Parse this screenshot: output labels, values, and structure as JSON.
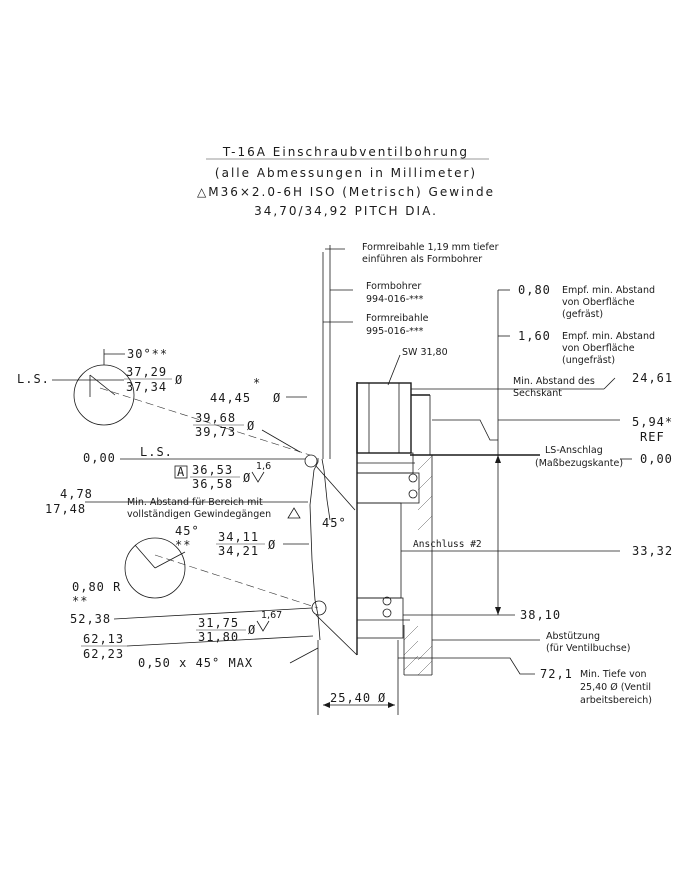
{
  "title": {
    "line1": "T-16A Einschraubventilbohrung",
    "line2": "(alle Abmessungen in Millimeter)",
    "line3": "△M36×2.0-6H ISO (Metrisch) Gewinde",
    "line4": "34,70/34,92 PITCH DIA."
  },
  "left_dims": {
    "angle_30": "30°**",
    "ls_label": "L.S.",
    "d37_top": "37,29",
    "d37_bot": "37,34",
    "star1": "*",
    "d44": "44,45",
    "d39_top": "39,68",
    "d39_bot": "39,73",
    "zero_left": "0,00",
    "ls_label2": "L.S.",
    "datum_a": "A",
    "d36_top": "36,53",
    "d36_bot": "36,58",
    "tol16": "1,6",
    "d478": "4,78",
    "d1748": "17,48",
    "min_thread_note_1": "Min. Abstand für Bereich mit",
    "min_thread_note_2": "vollständigen Gewindegängen",
    "angle_45_a": "45°",
    "stars_a": "**",
    "d34_top": "34,11",
    "d34_bot": "34,21",
    "angle_45_b": "45°",
    "r080": "0,80 R",
    "stars_b": "**",
    "d5238": "52,38",
    "d31_top": "31,75",
    "d31_bot": "31,80",
    "tol167": "1,67",
    "d6213": "62,13",
    "d6223": "62,23",
    "chamfer": "0,50 x 45° MAX",
    "d2540": "25,40"
  },
  "right_notes": {
    "formreibahle_note_1": "Formreibahle 1,19 mm tiefer",
    "formreibahle_note_2": "einführen als Formbohrer",
    "formbohrer_1": "Formbohrer",
    "formbohrer_2": "994-016-***",
    "formreibahle_1": "Formreibahle",
    "formreibahle_2": "995-016-***",
    "sw": "SW 31,80",
    "d080": "0,80",
    "empf1_1": "Empf. min. Abstand",
    "empf1_2": "von Oberfläche",
    "empf1_3": "(gefräst)",
    "d160": "1,60",
    "empf2_1": "Empf. min. Abstand",
    "empf2_2": "von Oberfläche",
    "empf2_3": "(ungefräst)",
    "min_hex_1": "Min. Abstand des",
    "min_hex_2": "Sechskant",
    "d2461": "24,61",
    "d594": "5,94*",
    "ref": "REF",
    "ls_stop": "LS-Anschlag",
    "datum_edge": "(Maßbezugskante)",
    "zero_right": "0,00",
    "port": "Anschluss #2",
    "d3332": "33,32",
    "d3810": "38,10",
    "support_1": "Abstützung",
    "support_2": "(für Ventilbuchse)",
    "d721": "72,1",
    "min_depth_1": "Min. Tiefe von",
    "min_depth_2": "25,40 Ø (Ventil",
    "min_depth_3": "arbeitsbereich)"
  }
}
